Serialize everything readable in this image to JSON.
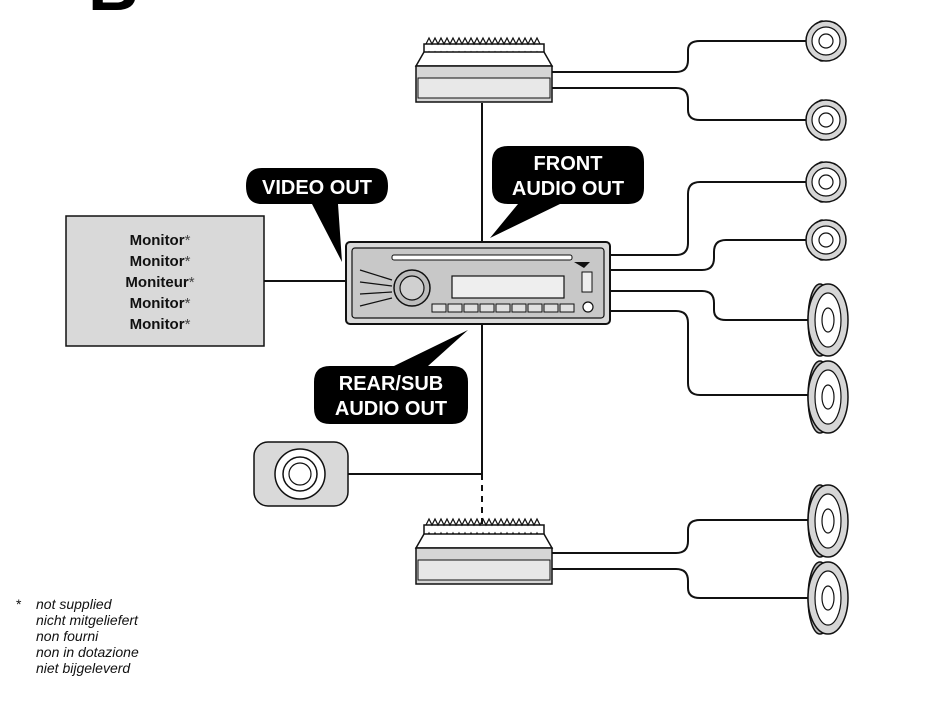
{
  "section_letter": "B",
  "callouts": {
    "video_out": "VIDEO OUT",
    "front_audio_out": [
      "FRONT",
      "AUDIO OUT"
    ],
    "rear_sub_audio_out": [
      "REAR/SUB",
      "AUDIO OUT"
    ]
  },
  "monitor": {
    "labels": [
      "Monitor",
      "Monitor",
      "Moniteur",
      "Monitor",
      "Monitor"
    ],
    "asterisk": "*"
  },
  "footnote": {
    "asterisk": "*",
    "lines": [
      "not supplied",
      "nicht mitgeliefert",
      "non fourni",
      "non in dotazione",
      "niet bijgeleverd"
    ]
  },
  "colors": {
    "line": "#111111",
    "box_fill": "#d9d9d9",
    "callout_fill": "#000000"
  }
}
